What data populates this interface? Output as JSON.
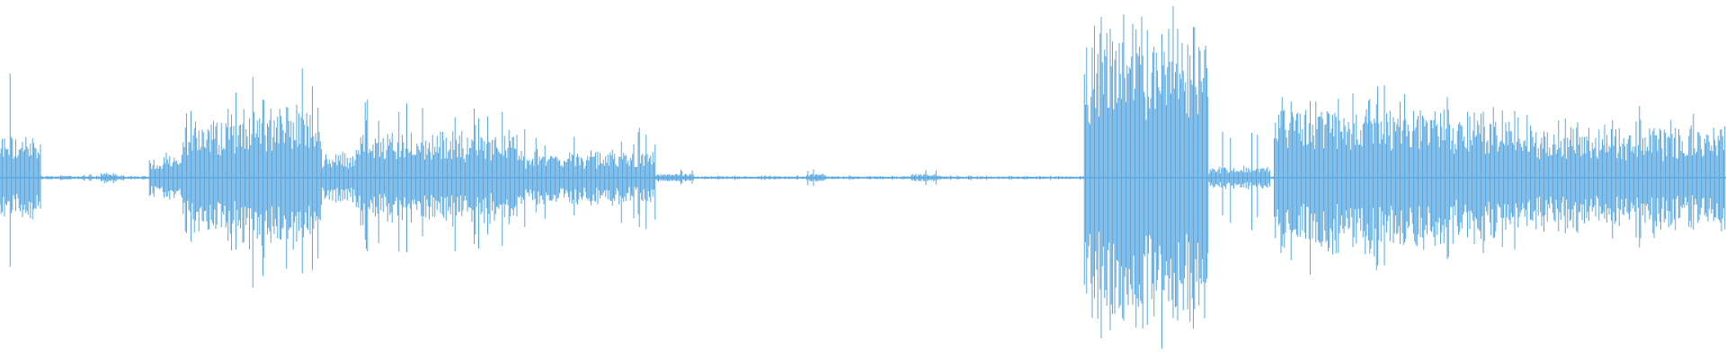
{
  "waveform": {
    "color": "#5aa8e0",
    "background": "#ffffff",
    "segments": [
      {
        "start": 0.0,
        "end": 0.024,
        "peak": 0.7,
        "base": 0.22
      },
      {
        "start": 0.024,
        "end": 0.086,
        "peak": 0.02,
        "base": 0.01
      },
      {
        "start": 0.058,
        "end": 0.068,
        "peak": 0.05,
        "base": 0.03
      },
      {
        "start": 0.086,
        "end": 0.106,
        "peak": 0.14,
        "base": 0.1
      },
      {
        "start": 0.106,
        "end": 0.14,
        "peak": 0.5,
        "base": 0.32
      },
      {
        "start": 0.14,
        "end": 0.186,
        "peak": 0.62,
        "base": 0.38
      },
      {
        "start": 0.186,
        "end": 0.206,
        "peak": 0.28,
        "base": 0.14
      },
      {
        "start": 0.206,
        "end": 0.3,
        "peak": 0.46,
        "base": 0.24
      },
      {
        "start": 0.3,
        "end": 0.38,
        "peak": 0.3,
        "base": 0.14
      },
      {
        "start": 0.38,
        "end": 0.402,
        "peak": 0.05,
        "base": 0.02
      },
      {
        "start": 0.402,
        "end": 0.628,
        "peak": 0.015,
        "base": 0.008
      },
      {
        "start": 0.467,
        "end": 0.478,
        "peak": 0.05,
        "base": 0.02
      },
      {
        "start": 0.528,
        "end": 0.545,
        "peak": 0.05,
        "base": 0.02
      },
      {
        "start": 0.628,
        "end": 0.7,
        "peak": 1.0,
        "base": 0.82
      },
      {
        "start": 0.7,
        "end": 0.736,
        "peak": 0.32,
        "base": 0.06
      },
      {
        "start": 0.736,
        "end": 0.738,
        "peak": 0.015,
        "base": 0.008
      },
      {
        "start": 0.738,
        "end": 0.84,
        "peak": 0.57,
        "base": 0.4
      },
      {
        "start": 0.84,
        "end": 0.88,
        "peak": 0.5,
        "base": 0.34
      },
      {
        "start": 0.88,
        "end": 1.0,
        "peak": 0.4,
        "base": 0.26
      }
    ]
  }
}
